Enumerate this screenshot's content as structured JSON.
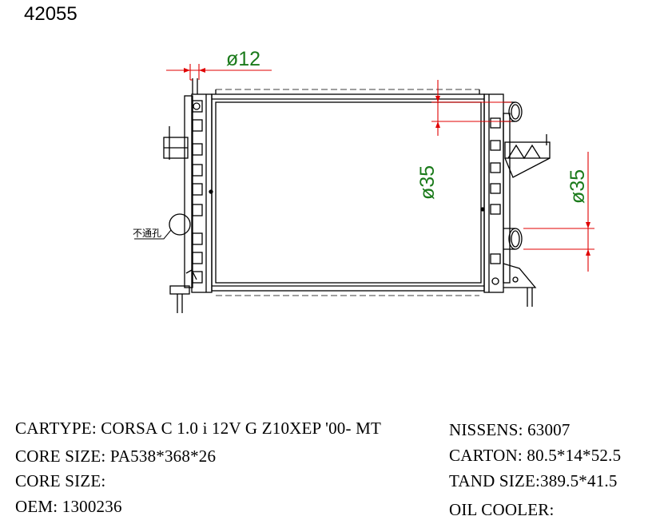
{
  "part_number": "42055",
  "drawing": {
    "dim_pin": "ø12",
    "dim_inlet": "ø35",
    "dim_outlet": "ø35",
    "note_blind_hole": "不通孔"
  },
  "specs": {
    "cartype": "CARTYPE: CORSA C 1.0 i 12V G Z10XEP '00- MT",
    "core_size_1": "CORE SIZE: PA538*368*26",
    "core_size_2": "CORE SIZE:",
    "oem": "OEM: 1300236",
    "nissens": "NISSENS: 63007",
    "carton": "CARTON: 80.5*14*52.5",
    "tand_size": "TAND SIZE:389.5*41.5",
    "oil_cooler": "OIL COOLER:"
  },
  "colors": {
    "outline": "#000000",
    "dimension_line": "#e00000",
    "dimension_text": "#1a7a1a"
  }
}
